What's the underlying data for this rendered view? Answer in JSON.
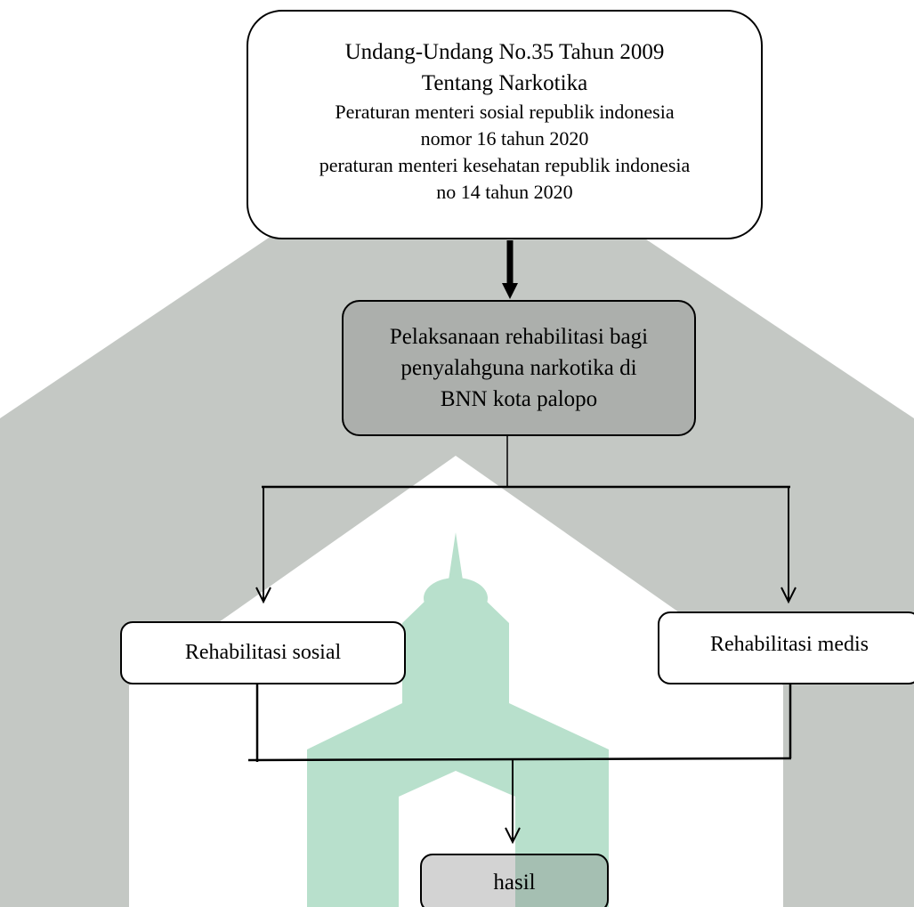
{
  "diagram": {
    "law_box": {
      "lines": [
        "Undang-Undang No.35 Tahun 2009",
        "Tentang Narkotika",
        "Peraturan menteri sosial republik indonesia",
        "nomor 16 tahun  2020",
        "peraturan menteri kesehatan republik indonesia",
        "no 14 tahun 2020"
      ]
    },
    "implementation_box": {
      "lines": [
        "Pelaksanaan rehabilitasi bagi",
        "penyalahguna narkotika di",
        "BNN kota palopo"
      ]
    },
    "social_rehab_box": {
      "label": "Rehabilitasi sosial"
    },
    "medical_rehab_box": {
      "label": "Rehabilitasi medis"
    },
    "result_box": {
      "label": "hasil"
    },
    "colors": {
      "watermark_gray": "#c4c8c4",
      "watermark_green": "#b8e0cc",
      "box_shade": "#808080",
      "line": "#000000"
    }
  }
}
